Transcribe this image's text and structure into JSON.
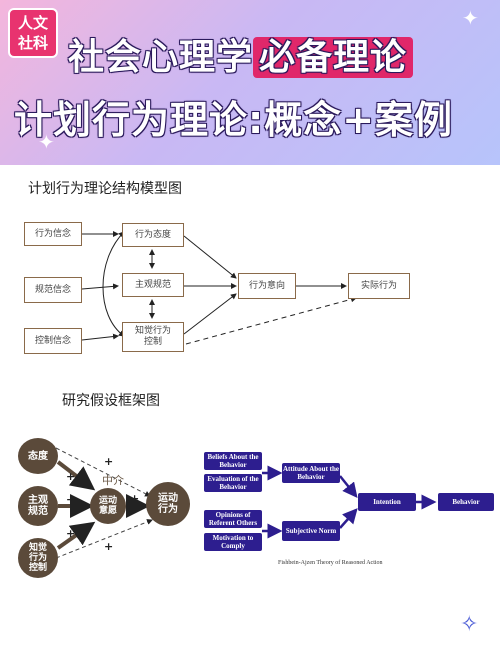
{
  "header": {
    "badge_line1": "人文",
    "badge_line2": "社科",
    "title_part1": "社会心理学",
    "title_part2": "必备理论",
    "subtitle": "计划行为理论:概念+案例"
  },
  "section1": {
    "title": "计划行为理论结构模型图",
    "boxes": {
      "b1": "行为信念",
      "b2": "规范信念",
      "b3": "控制信念",
      "c1": "行为态度",
      "c2": "主观规范",
      "c3_line1": "知觉行为",
      "c3_line2": "控制",
      "d1": "行为意向",
      "e1": "实际行为"
    }
  },
  "section2": {
    "title": "研究假设框架图",
    "circles": {
      "a": "态度",
      "b_line1": "主观",
      "b_line2": "规范",
      "c_line1": "知觉",
      "c_line2": "行为",
      "c_line3": "控制",
      "m_line1": "运动",
      "m_line2": "意愿",
      "o_line1": "运动",
      "o_line2": "行为"
    },
    "mid_label": "中介",
    "plus": "+"
  },
  "section3": {
    "boxes": {
      "beliefs": "Beliefs About the Behavior",
      "evaluation": "Evaluation of the Behavior",
      "opinions": "Opinions of Referent Others",
      "motivation": "Motivation to Comply",
      "attitude": "Attitude About the Behavior",
      "norm": "Subjective Norm",
      "intention": "Intention",
      "behavior": "Behavior"
    },
    "caption": "Fishbein-Ajzen Theory of Reasoned Action"
  },
  "colors": {
    "accent_pink": "#e0276a",
    "diagram_blue": "#2d1e8f",
    "circle_brown": "#5b4a3a"
  }
}
